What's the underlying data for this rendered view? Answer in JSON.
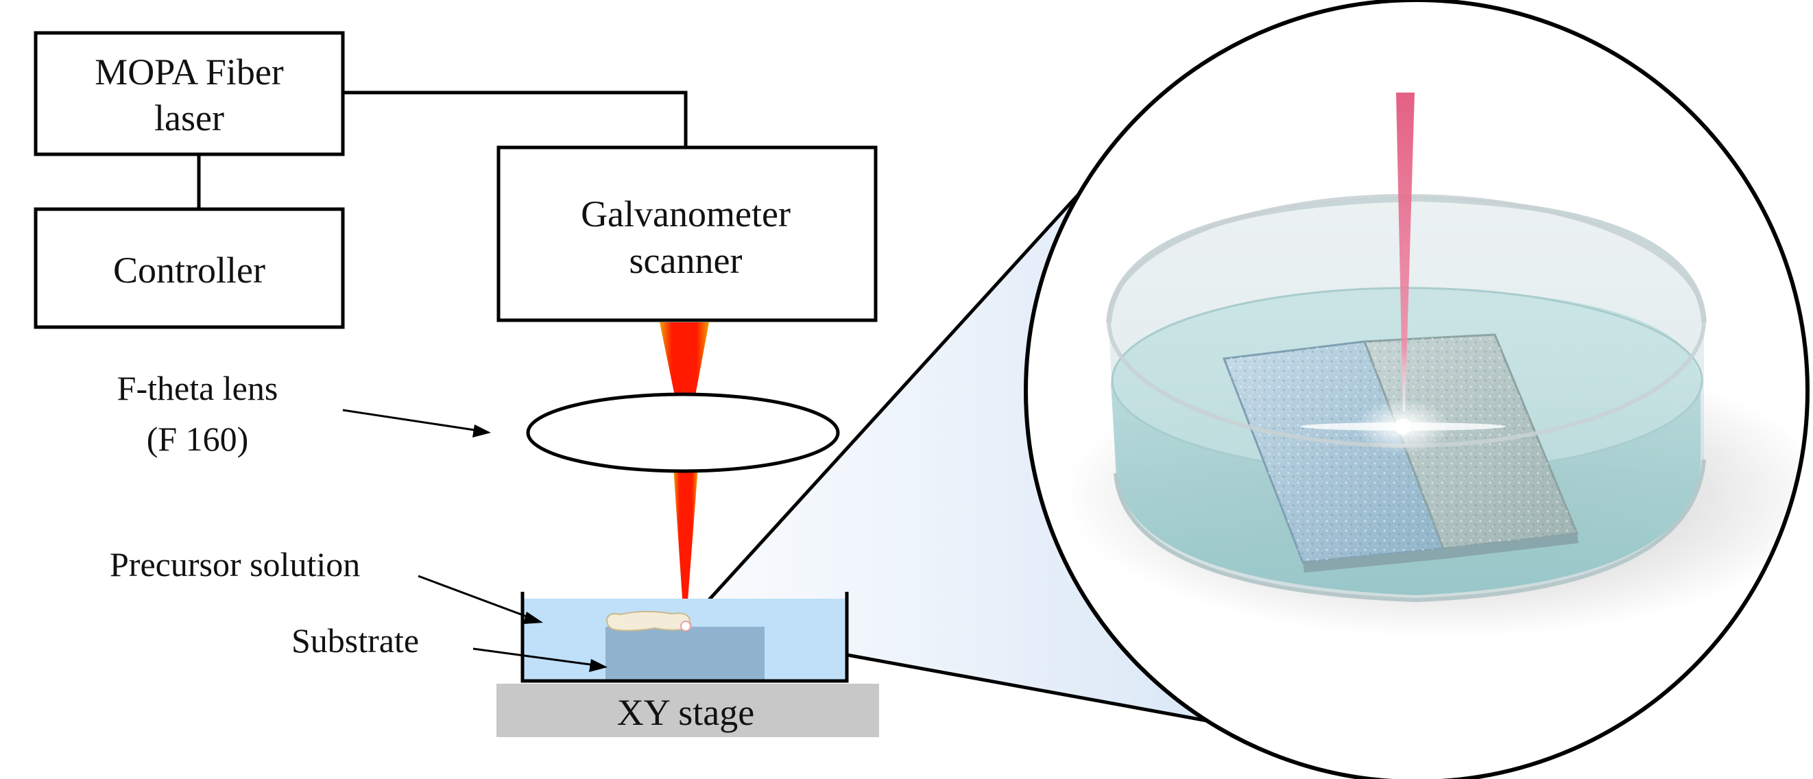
{
  "labels": {
    "laser_line1": "MOPA Fiber",
    "laser_line2": "laser",
    "controller": "Controller",
    "scanner_line1": "Galvanometer",
    "scanner_line2": "scanner",
    "lens_line1": "F-theta lens",
    "lens_line2": "(F 160)",
    "precursor": "Precursor solution",
    "substrate": "Substrate",
    "stage": "XY stage"
  },
  "colors": {
    "laser_beam": "#ff1a00",
    "beam_edge": "#f0a000",
    "solution": "#bfe0f8",
    "substrate": "#8fb2cf",
    "stage": "#c8c8c8",
    "inset_beam": "#e2587e",
    "outline": "#000000"
  },
  "icons": {
    "zoom_inset": "petri-dish-laser-inset"
  }
}
